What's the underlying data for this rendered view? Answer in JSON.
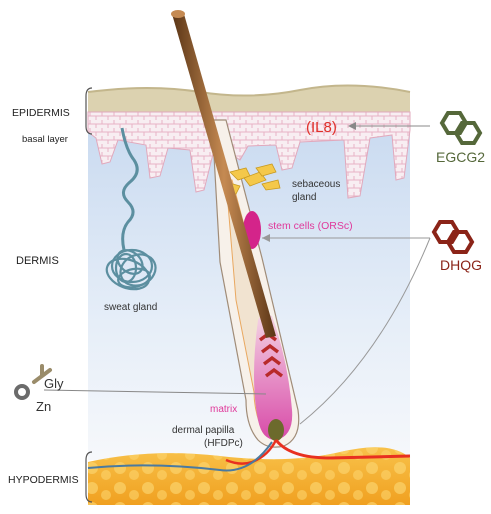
{
  "layers": {
    "epidermis": "EPIDERMIS",
    "basal": "basal layer",
    "dermis": "DERMIS",
    "hypodermis": "HYPODERMIS"
  },
  "structures": {
    "sebaceous_line1": "sebaceous",
    "sebaceous_line2": "gland",
    "stem_cells": "stem cells (ORSc)",
    "sweat_gland": "sweat gland",
    "matrix": "matrix",
    "papilla_line1": "dermal papilla",
    "papilla_line2": "(HFDPc)",
    "il8": "(IL8)"
  },
  "compounds": {
    "egcg2": "EGCG2",
    "dhqg": "DHQG",
    "gly": "Gly",
    "zn": "Zn"
  },
  "colors": {
    "egcg2": "#55683a",
    "dhqg": "#8b2418",
    "il8": "#e0302a",
    "pink_label": "#e0389a",
    "stem_cells": "#d4248a",
    "skin_top": "#d8cfae",
    "basal": "#f2d6df",
    "dermis": "#dbe7f5",
    "hypodermis": "#f4b33a",
    "sweat": "#5c8fa0",
    "hair": "#8a5a2c"
  }
}
